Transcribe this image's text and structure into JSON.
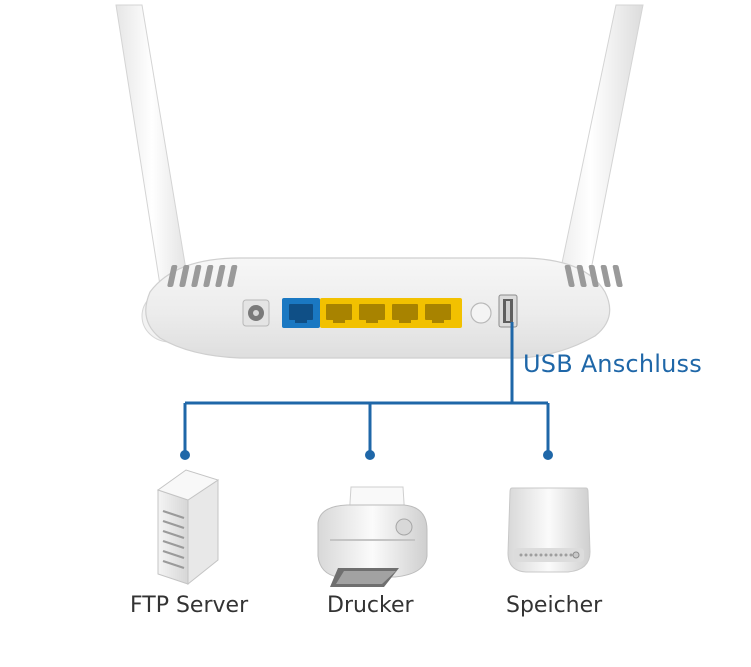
{
  "usb_label": "USB Anschluss",
  "devices": [
    {
      "label": "FTP Server",
      "icon": "server-icon"
    },
    {
      "label": "Drucker",
      "icon": "printer-icon"
    },
    {
      "label": "Speicher",
      "icon": "storage-icon"
    }
  ],
  "colors": {
    "accent": "#1f67a8",
    "lan_port": "#f2c100",
    "wan_port": "#1a78c2",
    "router_body": "#efefef"
  }
}
